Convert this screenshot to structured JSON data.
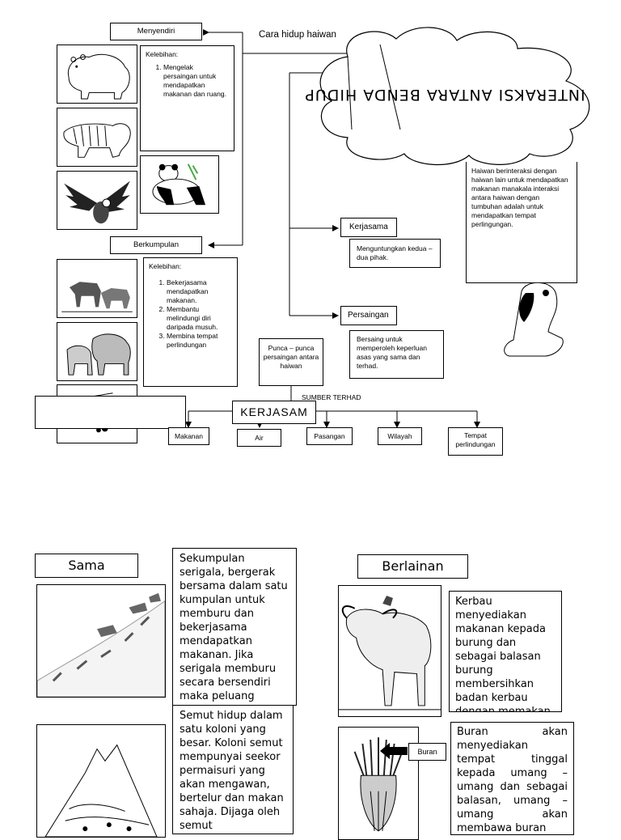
{
  "top": {
    "menyendiri": "Menyendiri",
    "cara_hidup": "Cara hidup haiwan",
    "cloud_title": "INTERAKSI ANTARA BENDA HIDUP",
    "kelebihan1_heading": "Kelebihan:",
    "kelebihan1_item1": "Mengelak persaingan untuk mendapatkan makanan dan ruang.",
    "berkumpulan": "Berkumpulan",
    "kelebihan2_heading": "Kelebihan:",
    "kelebihan2_items": [
      "Bekerjasama mendapatkan makanan.",
      "Membantu melindungi diri daripada musuh.",
      "Membina tempat perlindungan"
    ],
    "kerjasama_small": "Kerjasama",
    "kerjasama_desc": "Menguntungkan kedua – dua pihak.",
    "info_text": "Haiwan berinteraksi dengan haiwan lain untuk mendapatkan makanan manakala interaksi antara haiwan dengan tumbuhan adalah untuk mendapatkan tempat perlingungan.",
    "persaingan": "Persaingan",
    "persaingan_desc": "Bersaing untuk memperoleh keperluan asas yang sama dan terhad.",
    "punca": "Punca – punca persaingan antara haiwan",
    "sumber": "SUMBER TERHAD",
    "kerjasam_big": "KERJASAM",
    "resources": [
      "Makanan",
      "Air",
      "Pasangan",
      "Wilayah",
      "Tempat perlindungan"
    ]
  },
  "bottom": {
    "sama_title": "Sama",
    "berlainan_title": "Berlainan",
    "text_serigala": "Sekumpulan serigala, bergerak bersama dalam satu kumpulan untuk memburu dan bekerjasama mendapatkan makanan. Jika serigala memburu secara bersendiri maka peluang",
    "text_semut": "Semut hidup dalam satu koloni yang besar. Koloni semut mempunyai seekor permaisuri yang akan mengawan, bertelur dan makan sahaja. Dijaga oleh semut",
    "text_kerbau": "Kerbau menyediakan makanan kepada burung dan sebagai balasan burung membersihkan badan kerbau dengan memakan",
    "text_buran": "Buran akan menyediakan tempat tinggal kepada umang – umang dan sebagai balasan, umang – umang akan membawa buran",
    "buran_label": "Buran"
  }
}
